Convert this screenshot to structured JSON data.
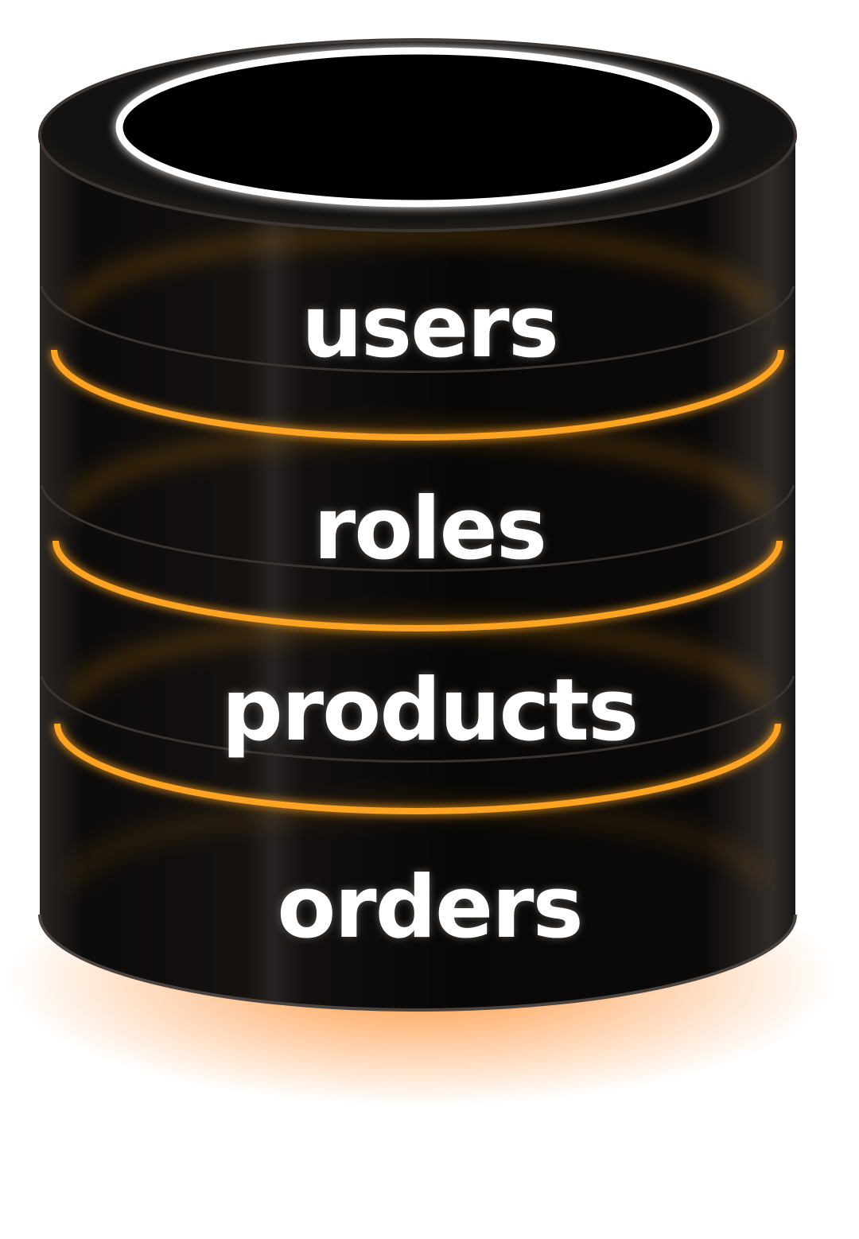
{
  "database": {
    "tables": [
      {
        "label": "users"
      },
      {
        "label": "roles"
      },
      {
        "label": "products"
      },
      {
        "label": "orders"
      }
    ]
  },
  "colors": {
    "background": "#ffffff",
    "body": "#0b0908",
    "glow_orange": "#ff9a1a",
    "top_ring": "#ffffff",
    "label_text": "#ffffff"
  }
}
